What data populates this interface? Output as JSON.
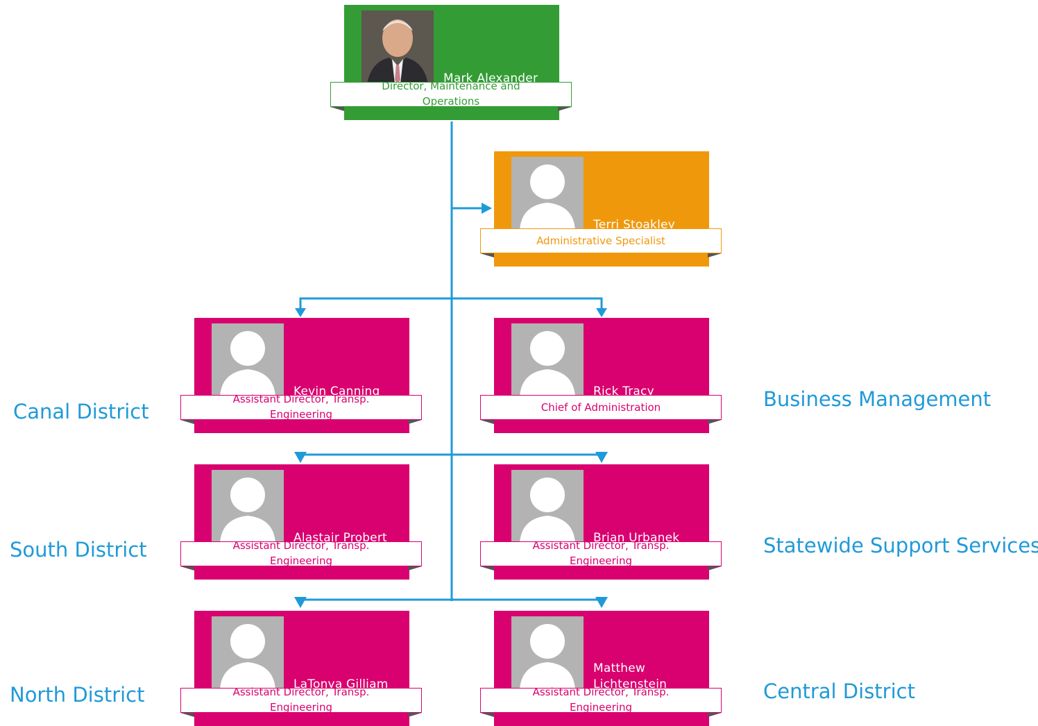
{
  "chart": {
    "root": {
      "name": "Mark Alexander",
      "title": "Director, Maintenance and Operations",
      "color": "#339c34",
      "photo": "portrait-photo"
    },
    "assistant": {
      "name": "Terri Stoakley",
      "title": "Administrative Specialist",
      "color": "#f0980c",
      "photo": "placeholder-avatar"
    },
    "reports": [
      {
        "name": "Kevin Canning",
        "title": "Assistant Director, Transp. Engineering",
        "group": "Canal District"
      },
      {
        "name": "Rick Tracy",
        "title": "Chief of Administration",
        "group": "Business Management"
      },
      {
        "name": "Alastair Probert",
        "title": "Assistant Director, Transp. Engineering",
        "group": "South District"
      },
      {
        "name": "Brian Urbanek",
        "title": "Assistant Director, Transp. Engineering",
        "group": "Statewide Support Services"
      },
      {
        "name": "LaTonya Gilliam",
        "title": "Assistant Director, Transp. Engineering",
        "group": "North District"
      },
      {
        "name": "Matthew Lichtenstein",
        "title": "Assistant Director, Transp. Engineering",
        "group": "Central District"
      }
    ],
    "report_color": "#d9006f",
    "connector_color": "#1f9ad8"
  }
}
